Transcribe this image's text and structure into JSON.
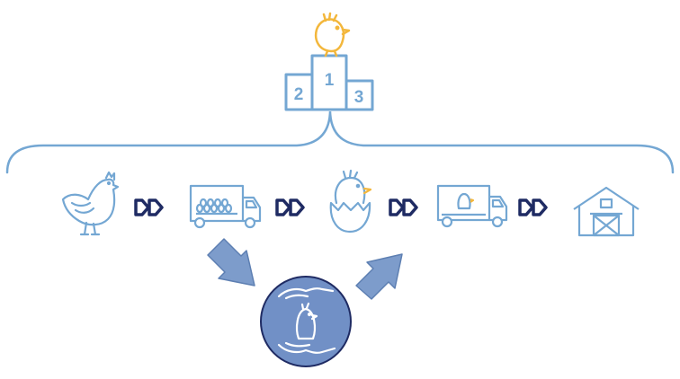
{
  "podium": {
    "first": "1",
    "second": "2",
    "third": "3"
  },
  "colors": {
    "light_blue": "#74a7d3",
    "dark_navy": "#1f2b63",
    "chick_yellow": "#f3b73c",
    "arrow_blue": "#7d9ccb",
    "circle_fill": "#7190c6"
  },
  "steps": [
    {
      "icon": "hen-icon"
    },
    {
      "icon": "egg-truck-icon"
    },
    {
      "icon": "hatching-chick-icon"
    },
    {
      "icon": "chick-truck-icon"
    },
    {
      "icon": "farm-barn-icon"
    }
  ],
  "side_process": {
    "icon": "hands-holding-chick-icon"
  }
}
